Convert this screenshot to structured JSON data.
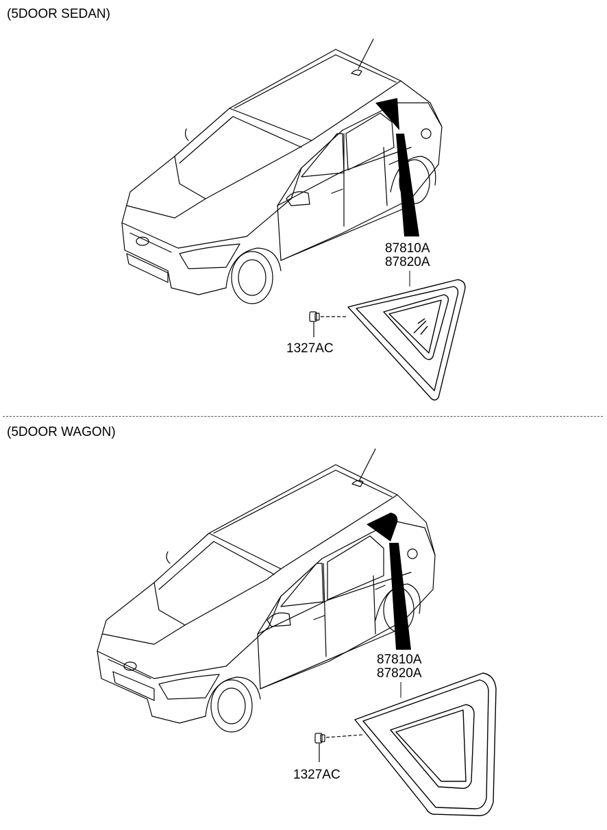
{
  "sections": [
    {
      "title": "(5DOOR SEDAN)",
      "parts": {
        "glass_1": "87810A",
        "glass_2": "87820A",
        "clip": "1327AC"
      }
    },
    {
      "title": "(5DOOR WAGON)",
      "parts": {
        "glass_1": "87810A",
        "glass_2": "87820A",
        "clip": "1327AC"
      }
    }
  ],
  "colors": {
    "line": "#000000",
    "background": "#ffffff"
  },
  "icons": {
    "clip": "clip-nut-icon",
    "car": "hatchback-car-icon",
    "glass": "quarter-glass-icon"
  }
}
